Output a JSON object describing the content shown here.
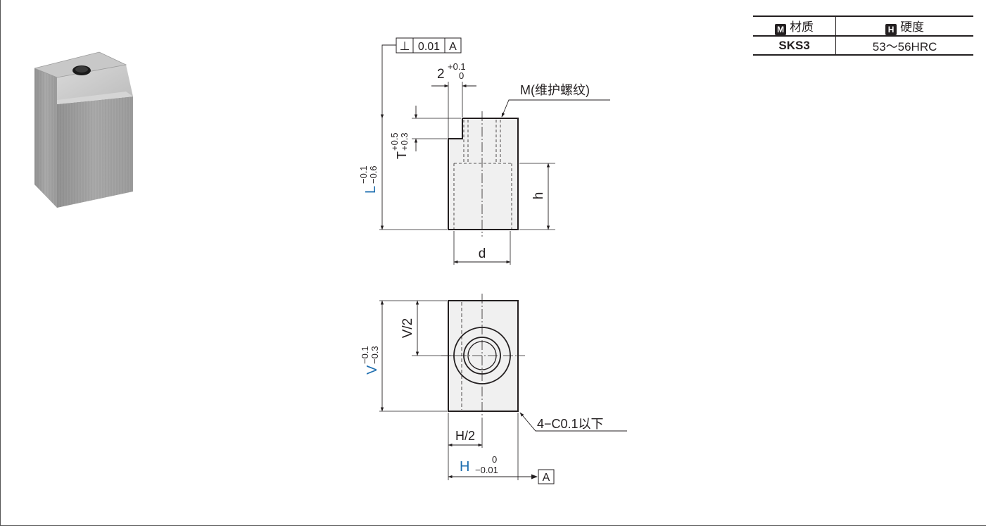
{
  "spec_table": {
    "headers": [
      {
        "icon": "M",
        "label": "材质"
      },
      {
        "icon": "H",
        "label": "硬度"
      }
    ],
    "rows": [
      [
        "SKS3",
        "53～56HRC"
      ]
    ]
  },
  "drawing": {
    "tolerance_frame": {
      "symbol": "⊥",
      "value": "0.01",
      "datum": "A"
    },
    "step_width": {
      "nominal": "2",
      "upper": "+0.1",
      "lower": "0"
    },
    "thread_note": "M(维护螺纹)",
    "depth_T": {
      "label": "T",
      "upper": "+0.5",
      "lower": "+0.3"
    },
    "length_L": {
      "label": "L",
      "upper": "−0.1",
      "lower": "−0.6"
    },
    "height_h": "h",
    "width_d": "d",
    "half_V": "V/2",
    "width_V": {
      "label": "V",
      "upper": "−0.1",
      "lower": "−0.3"
    },
    "chamfer_note": "4−C0.1以下",
    "half_H": "H/2",
    "width_H": {
      "label": "H",
      "upper": "0",
      "lower": "−0.01"
    },
    "datum_label": "A",
    "colors": {
      "line": "#231f20",
      "fill": "#f0f0f0",
      "accent": "#1f6fb0"
    }
  }
}
